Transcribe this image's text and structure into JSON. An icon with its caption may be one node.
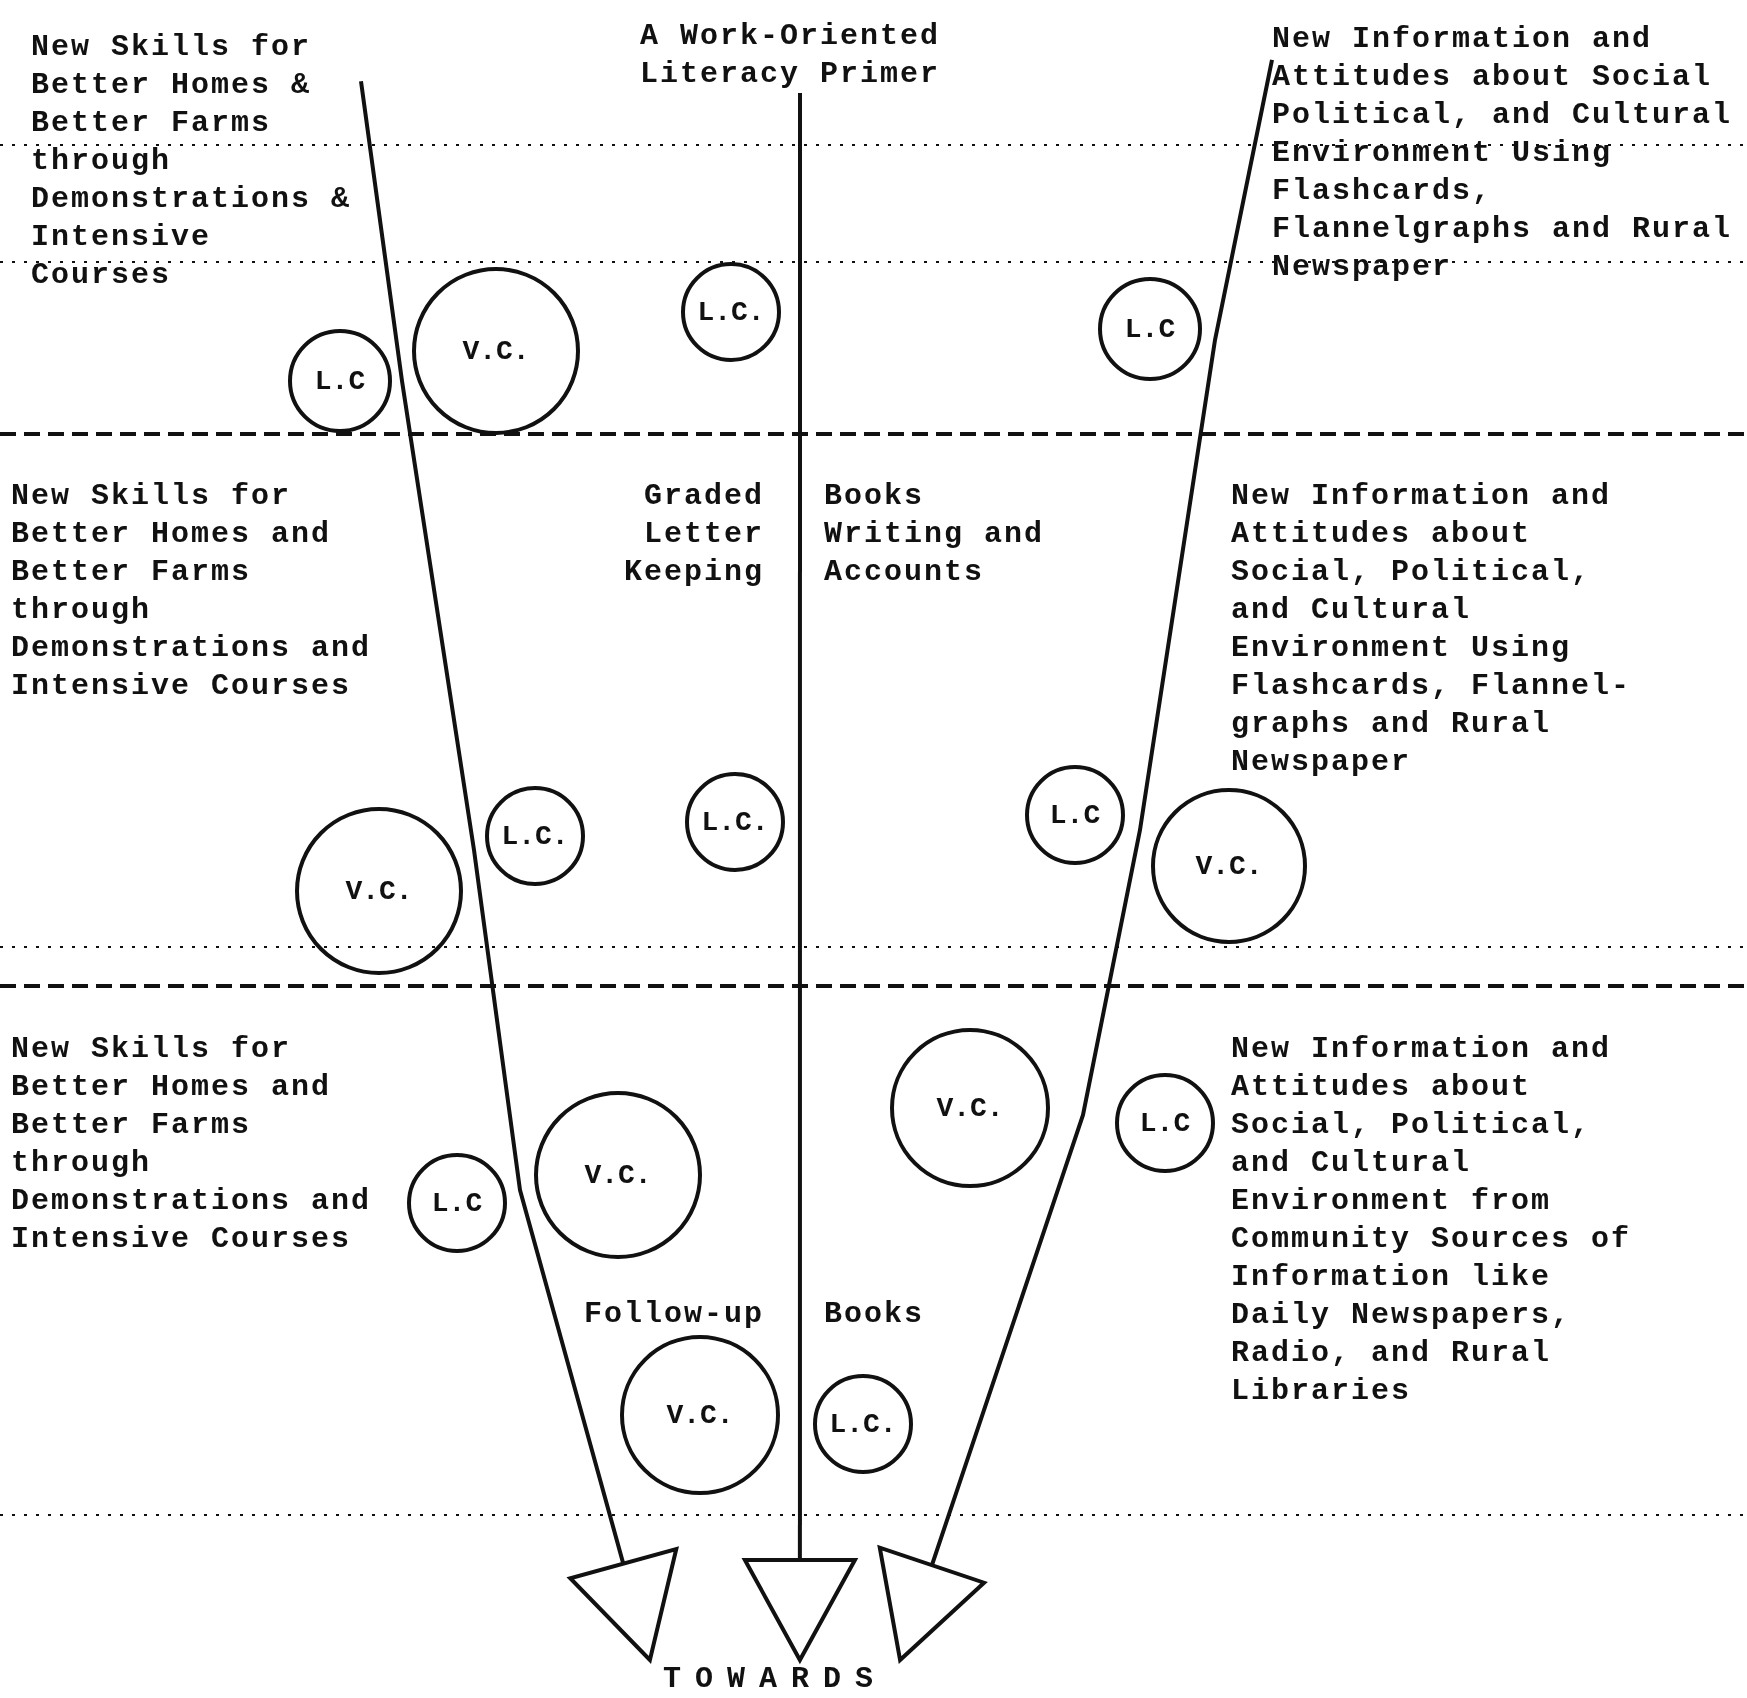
{
  "diagram": {
    "nodes": [
      {
        "text": [
          "New Skills for Better Homes & Better Farms through Demonstrations & Intensive Courses"
        ]
      },
      {
        "text": [
          "A Work-Oriented Literacy Primer"
        ]
      },
      {
        "text": [
          "New Information and Attitudes about Social Political, and Cultural Environment Using Flashcards, Flannelgraphs and Rural Newspaper"
        ]
      },
      {
        "text": [
          "L.C"
        ]
      },
      {
        "text": [
          "V.C."
        ]
      },
      {
        "text": [
          "L.C."
        ]
      },
      {
        "text": [
          "L.C"
        ]
      },
      {
        "text": [
          "V.C."
        ]
      },
      {
        "text": [
          "L.C."
        ]
      },
      {
        "text": [
          "L.C."
        ]
      },
      {
        "text": [
          "L.C"
        ]
      },
      {
        "text": [
          "V.C."
        ]
      },
      {
        "text": [
          "L.C"
        ]
      },
      {
        "text": [
          "V.C."
        ]
      },
      {
        "text": [
          "V.C."
        ]
      },
      {
        "text": [
          "L.C"
        ]
      },
      {
        "text": [
          "V.C."
        ]
      },
      {
        "text": [
          "L.C."
        ]
      },
      {
        "text": [
          "TOWARDS"
        ]
      }
    ],
    "edges": [
      {
        "from": 0,
        "to": 18,
        "arrow": "to"
      },
      {
        "from": 1,
        "to": 18,
        "arrow": "to"
      },
      {
        "from": 2,
        "to": 18,
        "arrow": "to"
      }
    ],
    "labels": [
      "New Skills for Better Homes and Better Farms through Demonstrations and Intensive Courses",
      "Graded Letter Keeping",
      "Books Writing and Accounts",
      "New Information and Attitudes about Social, Political, and Cultural Environment Using Flashcards, Flannel- graphs and Rural Newspaper",
      "New Skills for Better Homes and Better Farms through Demonstrations and Intensive Courses",
      "New Information and Attitudes about Social, Political, and Cultural Environment from Community Sources of Information like Daily Newspapers, Radio, and Rural Libraries",
      "Follow-up",
      "Books"
    ]
  }
}
